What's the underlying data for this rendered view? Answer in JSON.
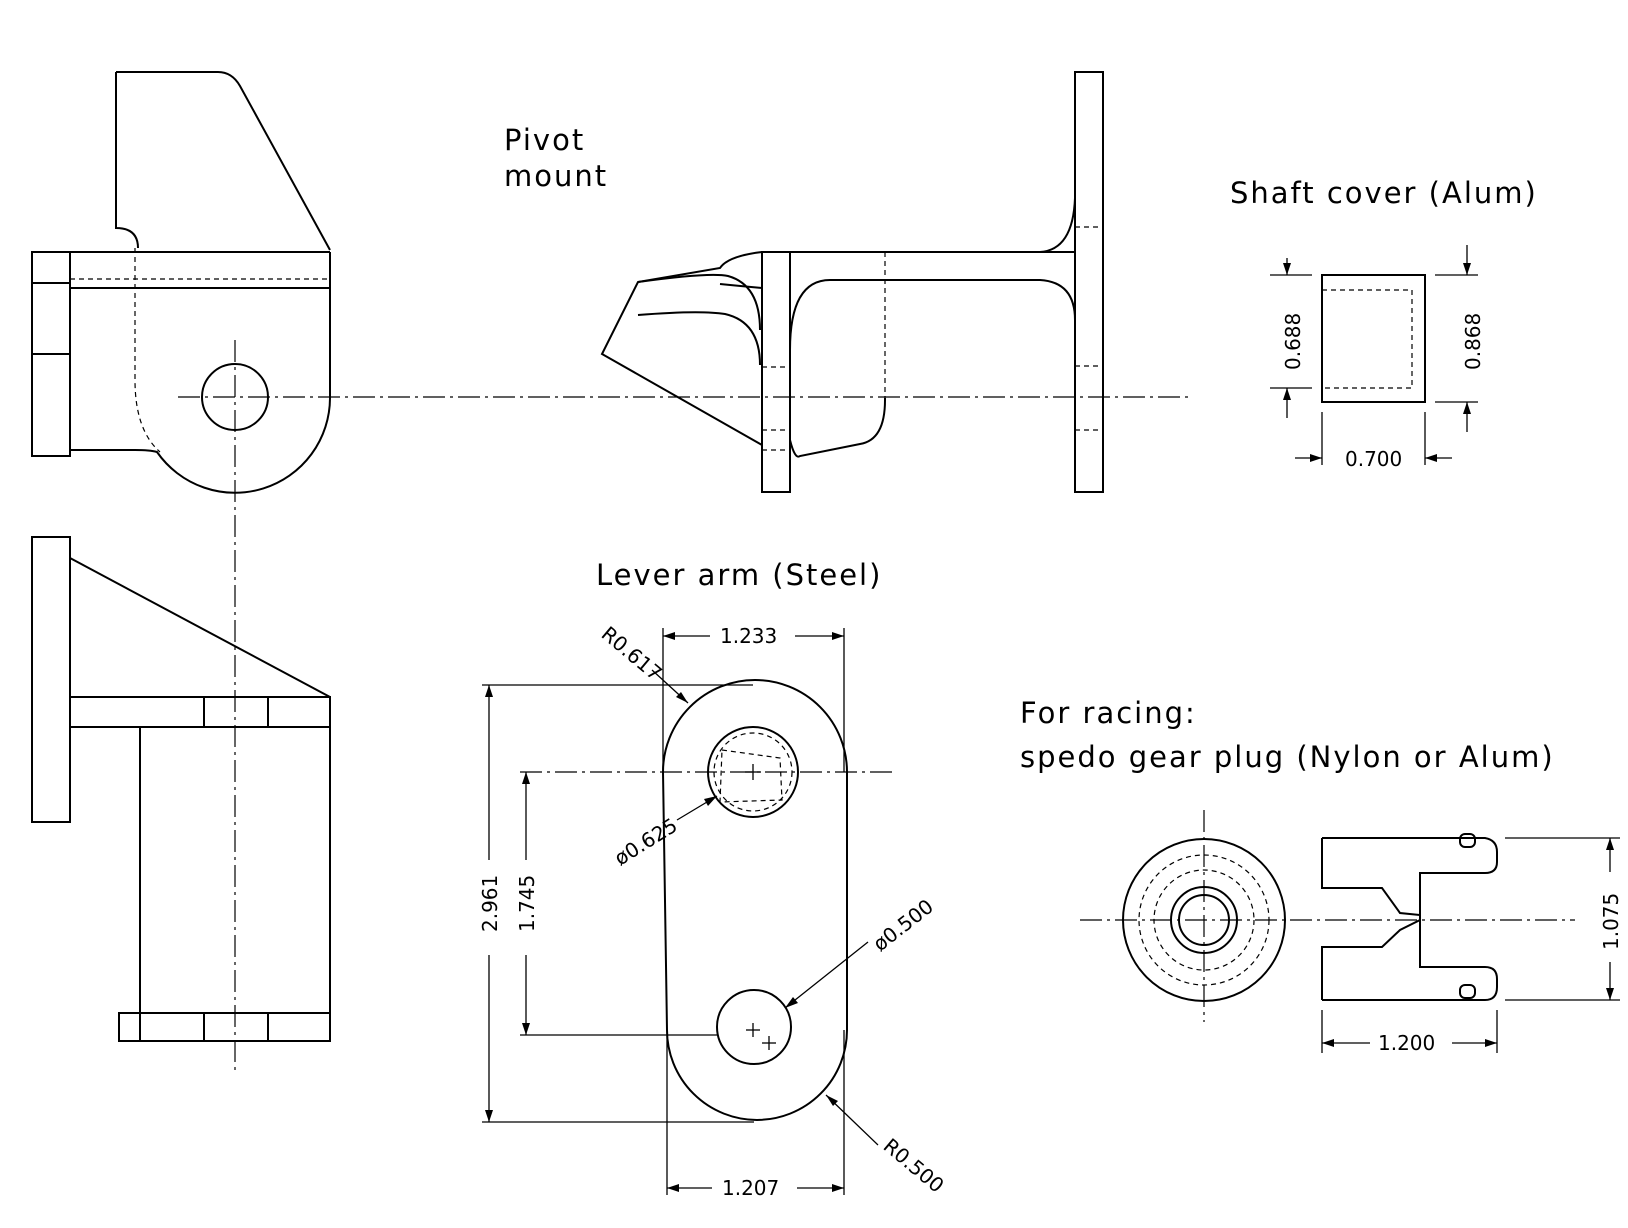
{
  "labels": {
    "pivot_line1": "Pivot",
    "pivot_line2": "mount",
    "shaft_cover": "Shaft cover (Alum)",
    "lever_arm": "Lever arm (Steel)",
    "racing_line1": "For racing:",
    "racing_line2": "spedo gear plug (Nylon or Alum)"
  },
  "dimensions": {
    "shaft_height_inner": "0.688",
    "shaft_height_outer": "0.868",
    "shaft_width": "0.700",
    "lever_top_width": "1.233",
    "lever_radius_top": "R0.617",
    "lever_hole_top": "ø0.625",
    "lever_total_length": "2.961",
    "lever_center_distance": "1.745",
    "lever_hole_bottom": "ø0.500",
    "lever_radius_bottom": "R0.500",
    "lever_bottom_width": "1.207",
    "plug_length": "1.200",
    "plug_diameter": "1.075"
  }
}
